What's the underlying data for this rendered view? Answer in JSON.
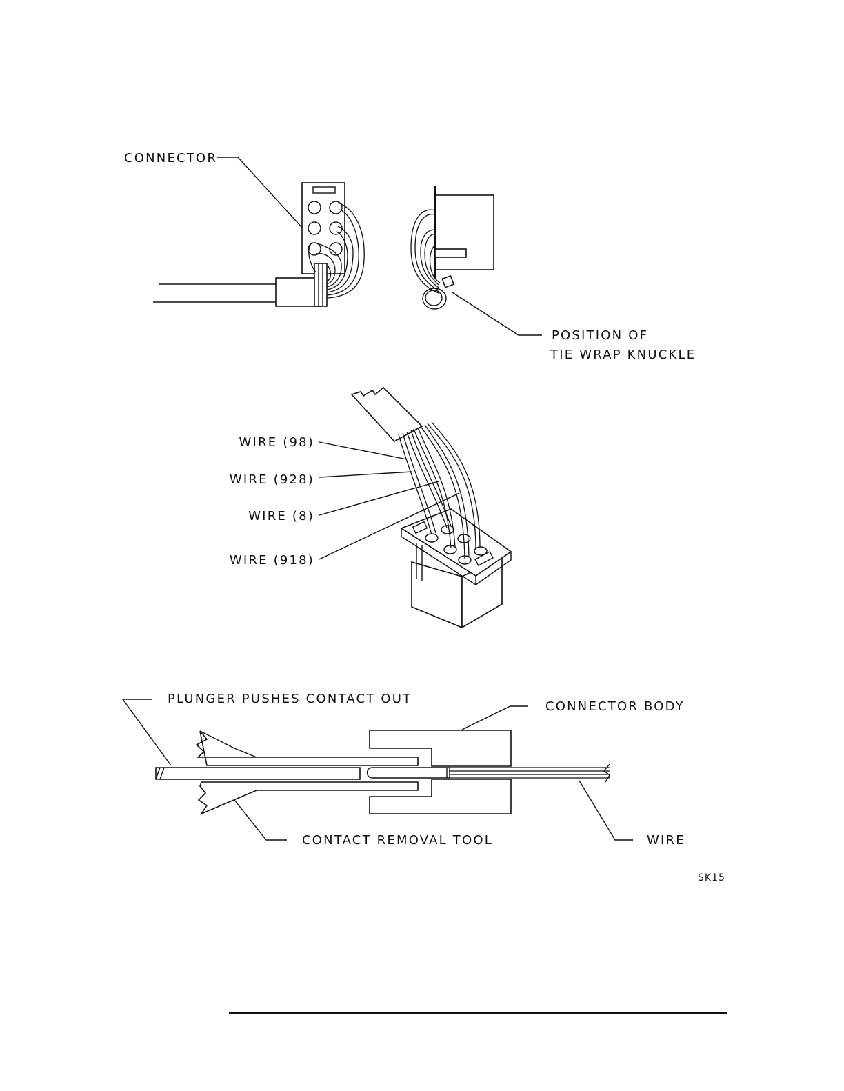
{
  "labels": {
    "connector": "CONNECTOR",
    "position_line1": "POSITION OF",
    "position_line2": "TIE WRAP KNUCKLE",
    "wire_98": "WIRE (98)",
    "wire_928": "WIRE (928)",
    "wire_8": "WIRE (8)",
    "wire_918": "WIRE (918)",
    "plunger": "PLUNGER PUSHES CONTACT OUT",
    "connector_body": "CONNECTOR BODY",
    "contact_removal_tool": "CONTACT REMOVAL TOOL",
    "wire": "WIRE",
    "figure_id": "SK15"
  },
  "colors": {
    "ink": "#111111",
    "paper": "#ffffff"
  }
}
